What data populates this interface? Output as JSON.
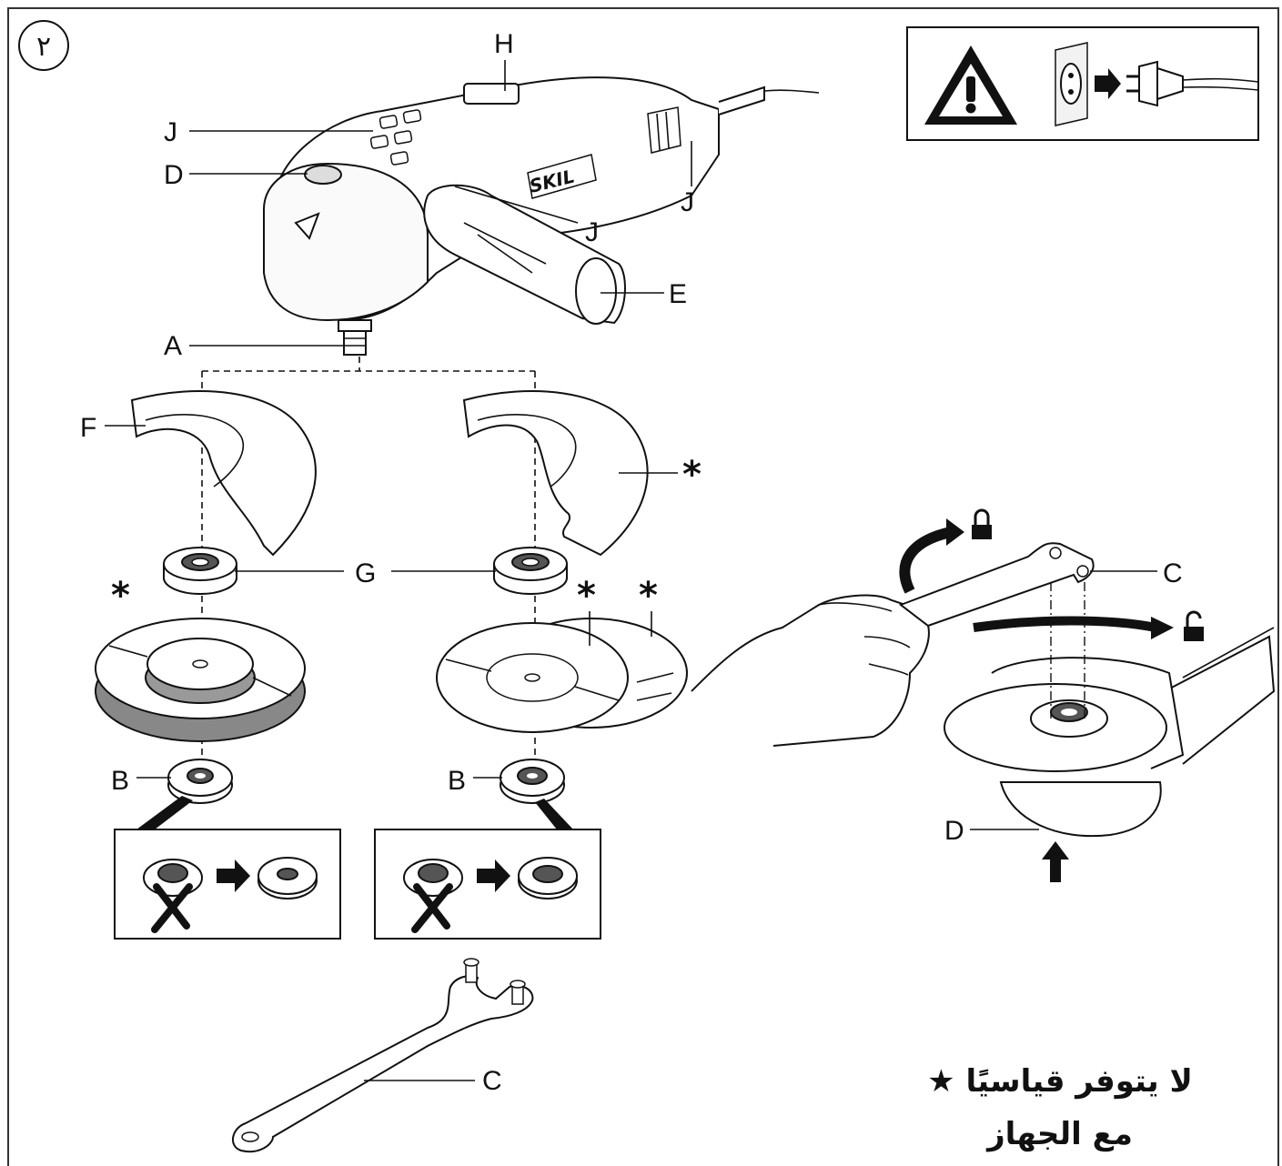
{
  "figure": {
    "number": "٢",
    "footnote": {
      "line1": "لا يتوفر قياسيًا",
      "star": "★",
      "line2": "مع الجهاز"
    }
  },
  "labels": {
    "H": "H",
    "J": "J",
    "D": "D",
    "E": "E",
    "A": "A",
    "F": "F",
    "G": "G",
    "B": "B",
    "C": "C",
    "star": "*"
  },
  "icons": {
    "warning": "warning-triangle-icon",
    "unplug": "unplug-icon",
    "lock": "lock-icon",
    "unlock": "unlock-icon",
    "arrow": "arrow-right-icon"
  },
  "colors": {
    "ink": "#111111",
    "shade": "#e6e6e6",
    "dark": "#555555"
  }
}
